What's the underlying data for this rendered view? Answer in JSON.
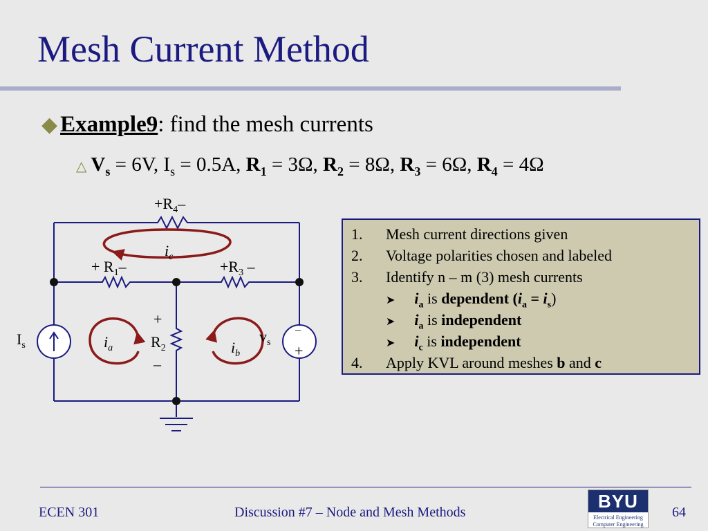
{
  "slide": {
    "title": "Mesh Current Method",
    "bullet1": {
      "label": "Example9",
      "rest": ": find the mesh currents"
    },
    "bullet2": {
      "vs_sym": "V",
      "vs_sub": "s",
      "vs_val": " = 6V, ",
      "is_sym": "I",
      "is_sub": "s",
      "is_val": " = 0.5A, ",
      "r1_sym": "R",
      "r1_sub": "1",
      "r1_val": " = 3Ω, ",
      "r2_sym": "R",
      "r2_sub": "2",
      "r2_val": " = 8Ω, ",
      "r3_sym": "R",
      "r3_sub": "3",
      "r3_val": " = 6Ω, ",
      "r4_sym": "R",
      "r4_sub": "4",
      "r4_val": " = 4Ω"
    }
  },
  "circuit": {
    "r4": "+R",
    "r4_sub": "4",
    "r4_minus": "–",
    "r1": "+ R",
    "r1_sub": "1",
    "r1_minus": "–",
    "r3": "+R",
    "r3_sub": "3",
    "r3_minus": " –",
    "r2": "R",
    "r2_sub": "2",
    "r2_plus": "+",
    "r2_minus": "–",
    "is": "I",
    "is_sub": "s",
    "vs": "v",
    "vs_sub": "s",
    "vs_top": "–",
    "vs_bot": "+",
    "ia": "i",
    "ia_sub": "a",
    "ib": "i",
    "ib_sub": "b",
    "ic": "i",
    "ic_sub": "c",
    "colors": {
      "wire": "#1a1a80",
      "mesh": "#8b1a1a"
    }
  },
  "infobox": {
    "items": [
      {
        "num": "1.",
        "text": "Mesh current directions given"
      },
      {
        "num": "2.",
        "text": "Voltage polarities chosen and labeled"
      },
      {
        "num": "3.",
        "text": "Identify n – m (3) mesh currents"
      },
      {
        "num": "4.",
        "text": "Apply KVL around meshes "
      }
    ],
    "sub1": {
      "i": "i",
      "isub": "a",
      "is": " is ",
      "bold": "dependent (",
      "i2": "i",
      "i2sub": "a",
      "eq": " = ",
      "i3": "i",
      "i3sub": "s",
      "close": ")"
    },
    "sub2": {
      "i": "i",
      "isub": "a",
      "is": " is ",
      "bold": "independent"
    },
    "sub3": {
      "i": "i",
      "isub": "c",
      "is": " is ",
      "bold": "independent"
    },
    "item4_b": "b",
    "item4_and": " and ",
    "item4_c": "c"
  },
  "footer": {
    "course": "ECEN 301",
    "center": "Discussion #7 – Node and Mesh Methods",
    "page": "64",
    "logo": {
      "main": "BYU",
      "line1": "Electrical Engineering",
      "line2": "Computer Engineering"
    }
  }
}
